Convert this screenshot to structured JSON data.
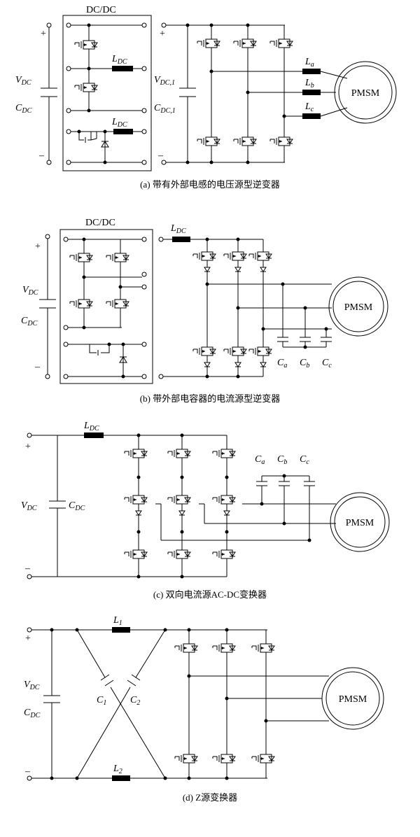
{
  "panels": {
    "a": {
      "caption": "(a) 带有外部电感的电压源型逆变器",
      "dcdc_label": "DC/DC",
      "plus": "+",
      "minus": "–",
      "v_dc": "V",
      "v_dc_sub": "DC",
      "c_dc": "C",
      "c_dc_sub": "DC",
      "v_dc1": "V",
      "v_dc1_sub": "DC,1",
      "c_dc1": "C",
      "c_dc1_sub": "DC,1",
      "l_dc": "L",
      "l_dc_sub": "DC",
      "la": "L",
      "la_sub": "a",
      "lb": "L",
      "lb_sub": "b",
      "lc": "L",
      "lc_sub": "c",
      "motor": "PMSM"
    },
    "b": {
      "caption": "(b) 带外部电容器的电流源型逆变器",
      "dcdc_label": "DC/DC",
      "plus": "+",
      "minus": "–",
      "v_dc": "V",
      "v_dc_sub": "DC",
      "c_dc": "C",
      "c_dc_sub": "DC",
      "l_dc": "L",
      "l_dc_sub": "DC",
      "ca": "C",
      "ca_sub": "a",
      "cb": "C",
      "cb_sub": "b",
      "cc": "C",
      "cc_sub": "c",
      "motor": "PMSM"
    },
    "c": {
      "caption": "(c) 双向电流源AC-DC变换器",
      "plus": "+",
      "minus": "–",
      "v_dc": "V",
      "v_dc_sub": "DC",
      "c_dc": "C",
      "c_dc_sub": "DC",
      "l_dc": "L",
      "l_dc_sub": "DC",
      "ca": "C",
      "ca_sub": "a",
      "cb": "C",
      "cb_sub": "b",
      "cc": "C",
      "cc_sub": "c",
      "motor": "PMSM"
    },
    "d": {
      "caption": "(d) Z源变换器",
      "plus": "+",
      "minus": "–",
      "v_dc": "V",
      "v_dc_sub": "DC",
      "c_dc": "C",
      "c_dc_sub": "DC",
      "l1": "L",
      "l1_sub": "1",
      "l2": "L",
      "l2_sub": "2",
      "c1": "C",
      "c1_sub": "1",
      "c2": "C",
      "c2_sub": "2",
      "motor": "PMSM"
    }
  }
}
